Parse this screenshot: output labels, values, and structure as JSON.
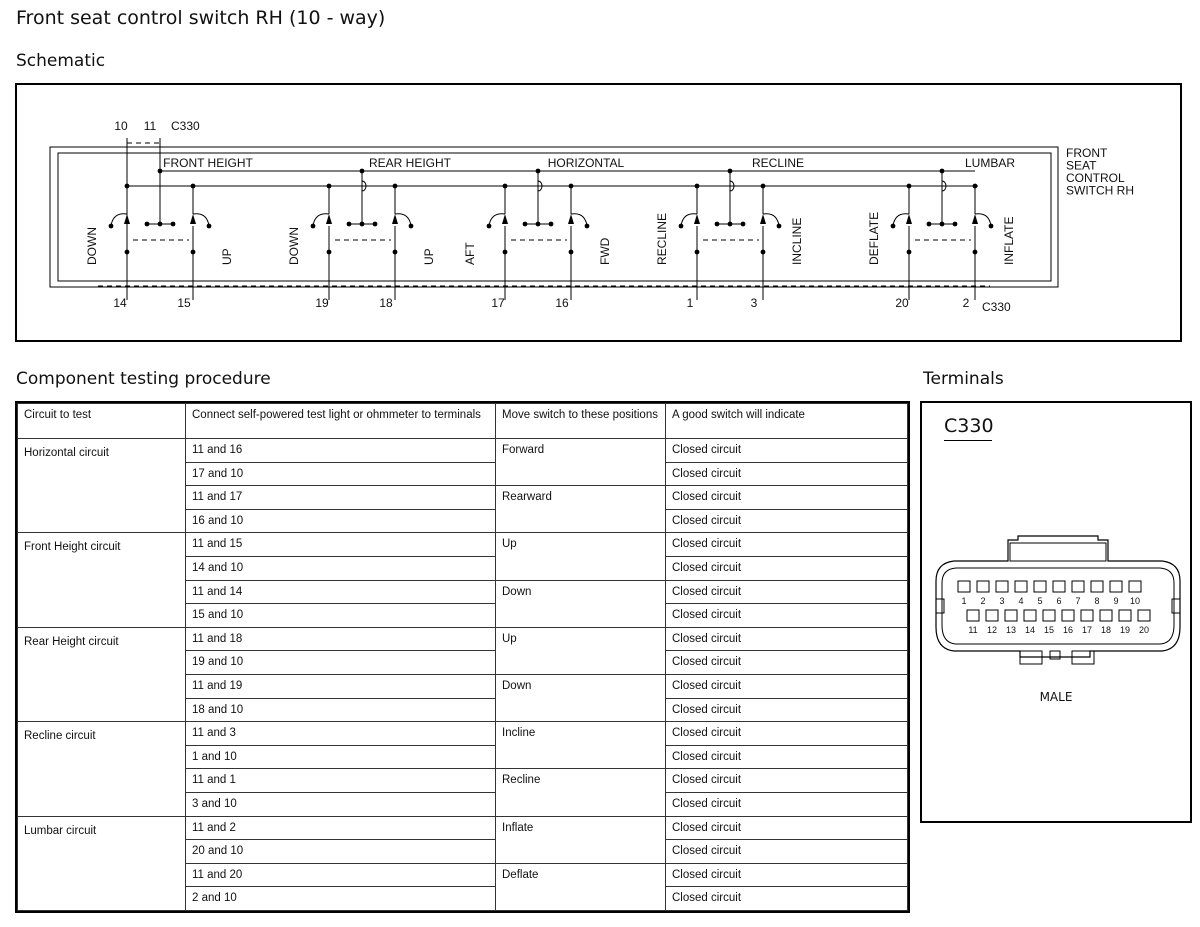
{
  "title": "Front seat control switch RH (10 - way)",
  "schematic": {
    "heading": "Schematic",
    "top_pins": [
      "10",
      "11"
    ],
    "connector": "C330",
    "component_label": [
      "FRONT",
      "SEAT",
      "CONTROL",
      "SWITCH RH"
    ],
    "sections": [
      {
        "name": "FRONT HEIGHT",
        "left": "DOWN",
        "right": "UP",
        "pin_left": "14",
        "pin_right": "15"
      },
      {
        "name": "REAR HEIGHT",
        "left": "DOWN",
        "right": "UP",
        "pin_left": "19",
        "pin_right": "18"
      },
      {
        "name": "HORIZONTAL",
        "left": "AFT",
        "right": "FWD",
        "pin_left": "17",
        "pin_right": "16"
      },
      {
        "name": "RECLINE",
        "left": "RECLINE",
        "right": "INCLINE",
        "pin_left": "1",
        "pin_right": "3"
      },
      {
        "name": "LUMBAR",
        "left": "DEFLATE",
        "right": "INFLATE",
        "pin_left": "20",
        "pin_right": "2"
      }
    ]
  },
  "testing": {
    "heading": "Component testing procedure",
    "columns": [
      "Circuit to test",
      "Connect self-powered test light or ohmmeter to terminals",
      "Move switch to these positions",
      "A good switch will indicate"
    ],
    "groups": [
      {
        "circuit": "Horizontal circuit",
        "positions": [
          {
            "position": "Forward",
            "rows": [
              {
                "terminals": "11 and 16",
                "result": "Closed circuit"
              },
              {
                "terminals": "17 and 10",
                "result": "Closed circuit"
              }
            ]
          },
          {
            "position": "Rearward",
            "rows": [
              {
                "terminals": "11 and 17",
                "result": "Closed circuit"
              },
              {
                "terminals": "16 and 10",
                "result": "Closed circuit"
              }
            ]
          }
        ]
      },
      {
        "circuit": "Front Height circuit",
        "positions": [
          {
            "position": "Up",
            "rows": [
              {
                "terminals": "11 and 15",
                "result": "Closed circuit"
              },
              {
                "terminals": "14 and 10",
                "result": "Closed circuit"
              }
            ]
          },
          {
            "position": "Down",
            "rows": [
              {
                "terminals": "11 and 14",
                "result": "Closed circuit"
              },
              {
                "terminals": "15 and 10",
                "result": "Closed circuit"
              }
            ]
          }
        ]
      },
      {
        "circuit": "Rear Height circuit",
        "positions": [
          {
            "position": "Up",
            "rows": [
              {
                "terminals": "11 and 18",
                "result": "Closed circuit"
              },
              {
                "terminals": "19 and 10",
                "result": "Closed circuit"
              }
            ]
          },
          {
            "position": "Down",
            "rows": [
              {
                "terminals": "11 and 19",
                "result": "Closed circuit"
              },
              {
                "terminals": "18 and 10",
                "result": "Closed circuit"
              }
            ]
          }
        ]
      },
      {
        "circuit": "Recline circuit",
        "positions": [
          {
            "position": "Incline",
            "rows": [
              {
                "terminals": "11 and 3",
                "result": "Closed circuit"
              },
              {
                "terminals": "1 and 10",
                "result": "Closed circuit"
              }
            ]
          },
          {
            "position": "Recline",
            "rows": [
              {
                "terminals": "11 and 1",
                "result": "Closed circuit"
              },
              {
                "terminals": "3 and 10",
                "result": "Closed circuit"
              }
            ]
          }
        ]
      },
      {
        "circuit": "Lumbar circuit",
        "positions": [
          {
            "position": "Inflate",
            "rows": [
              {
                "terminals": "11 and 2",
                "result": "Closed circuit"
              },
              {
                "terminals": "20 and 10",
                "result": "Closed circuit"
              }
            ]
          },
          {
            "position": "Deflate",
            "rows": [
              {
                "terminals": "11 and 20",
                "result": "Closed circuit"
              },
              {
                "terminals": "2 and 10",
                "result": "Closed circuit"
              }
            ]
          }
        ]
      }
    ]
  },
  "terminals": {
    "heading": "Terminals",
    "connector": "C330",
    "row1": [
      "1",
      "2",
      "3",
      "4",
      "5",
      "6",
      "7",
      "8",
      "9",
      "10"
    ],
    "row2": [
      "11",
      "12",
      "13",
      "14",
      "15",
      "16",
      "17",
      "18",
      "19",
      "20"
    ],
    "gender": "MALE"
  }
}
